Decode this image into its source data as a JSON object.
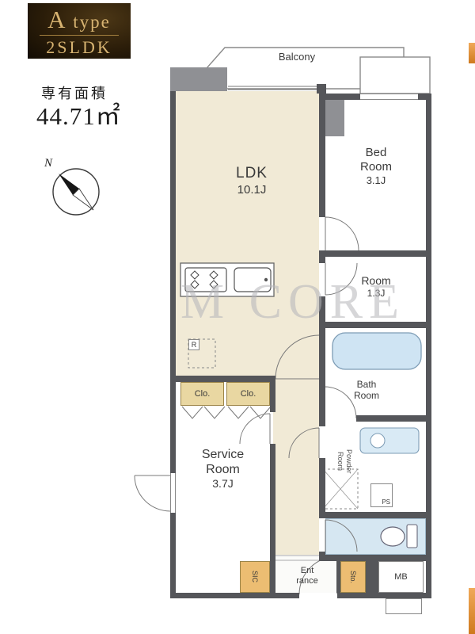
{
  "badge": {
    "type_text": "A type",
    "plan_text": "2SLDK"
  },
  "area": {
    "label": "専有面積",
    "value": "44.71㎡"
  },
  "compass": {
    "north": "N"
  },
  "watermark": {
    "text": "M CORE"
  },
  "colors": {
    "accent": "#cf7a1f",
    "accent_light": "#f0a959",
    "wall": "#55565a",
    "floor_cream": "#f1ead6",
    "fixture_blue": "#cfe4f3",
    "cabinet_tan": "#e9d7a2",
    "cabinet_orange": "#ecbd72",
    "badge_gold": "#d7b371"
  },
  "plan": {
    "balcony": {
      "label": "Balcony"
    },
    "ldk": {
      "name": "LDK",
      "size": "10.1J"
    },
    "bedroom": {
      "name1": "Bed",
      "name2": "Room",
      "size": "3.1J"
    },
    "room": {
      "name": "Room",
      "size": "1.3J"
    },
    "bath": {
      "name1": "Bath",
      "name2": "Room"
    },
    "powder": {
      "line1": "Powder",
      "line2": "Room"
    },
    "service": {
      "name1": "Service",
      "name2": "Room",
      "size": "3.7J"
    },
    "closet_left": {
      "label": "Clo."
    },
    "closet_right": {
      "label": "Clo."
    },
    "fridge": {
      "label": "R"
    },
    "sic": {
      "label": "SIC"
    },
    "entrance": {
      "name1": "Ent",
      "name2": "rance"
    },
    "storage": {
      "label": "Sto."
    },
    "meter_box": {
      "label": "MB"
    },
    "pipe_space": {
      "label": "PS"
    }
  }
}
